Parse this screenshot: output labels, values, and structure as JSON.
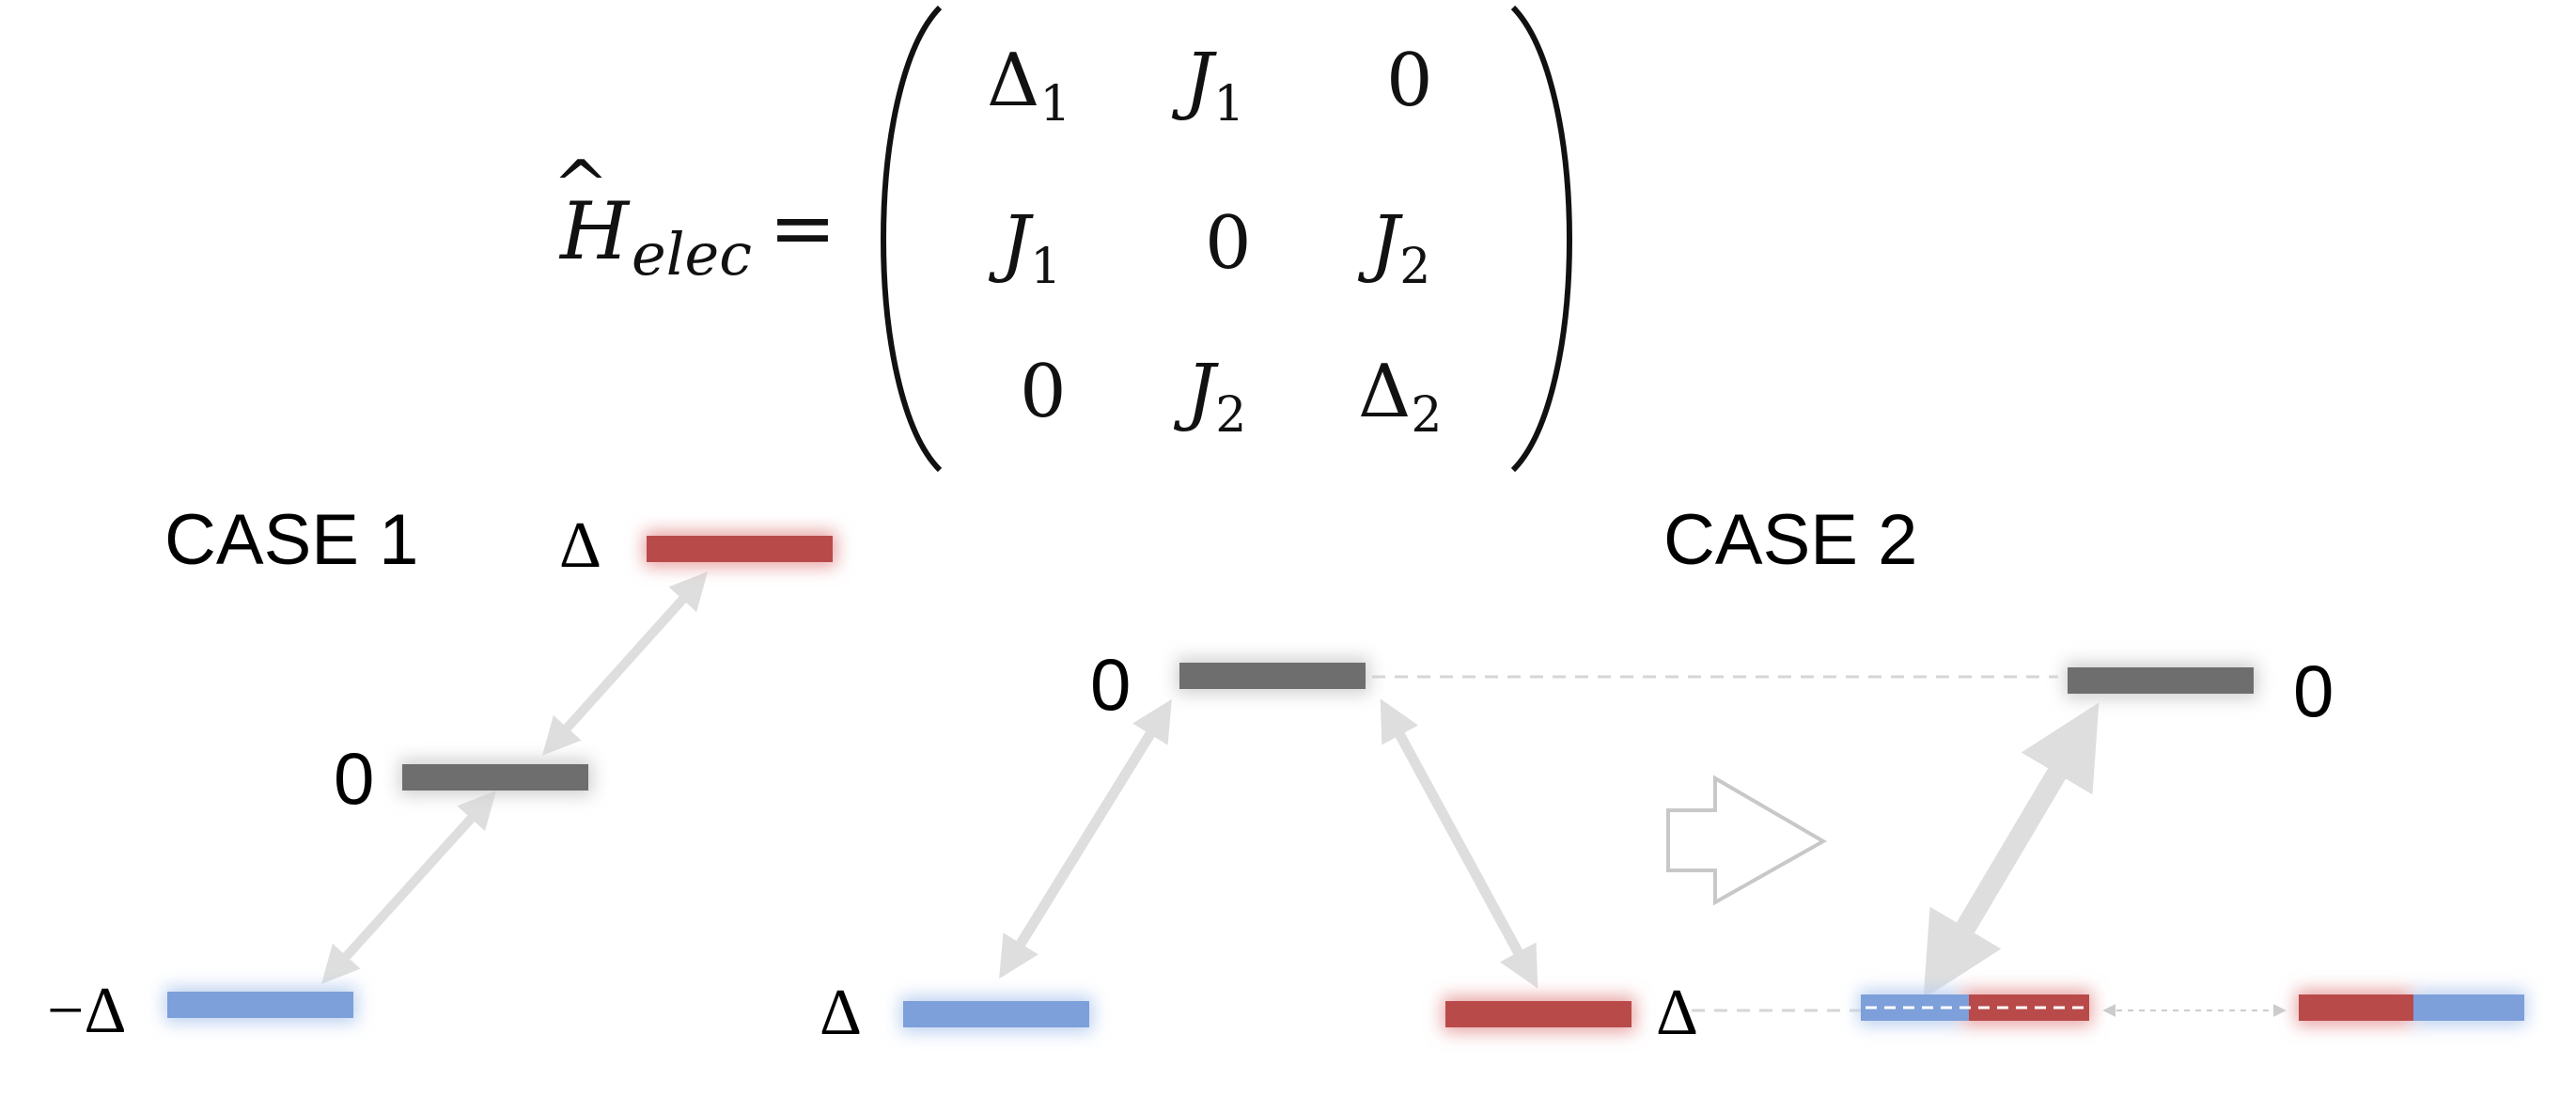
{
  "colors": {
    "red": "#b94a4a",
    "red_glow": "#e8a3a3",
    "gray": "#6e6e6e",
    "gray_glow": "#cfcfcf",
    "blue": "#7d9fda",
    "blue_glow": "#bcd0f0",
    "arrow": "#dedede",
    "dashed": "#d6d6d6"
  },
  "equation": {
    "lhs_symbol": "H",
    "lhs_hat": "^",
    "lhs_subscript": "elec",
    "equals": "=",
    "matrix": [
      [
        {
          "main": "Δ",
          "sub": "1"
        },
        {
          "main": "J",
          "sub": "1"
        },
        {
          "main": "0",
          "sub": ""
        }
      ],
      [
        {
          "main": "J",
          "sub": "1"
        },
        {
          "main": "0",
          "sub": ""
        },
        {
          "main": "J",
          "sub": "2"
        }
      ],
      [
        {
          "main": "0",
          "sub": ""
        },
        {
          "main": "J",
          "sub": "2"
        },
        {
          "main": "Δ",
          "sub": "2"
        }
      ]
    ]
  },
  "case1": {
    "title": "CASE 1",
    "top_label": "Δ",
    "middle_label": "0",
    "bottom_label": "−Δ"
  },
  "case2": {
    "title": "CASE 2",
    "left_middle_label": "0",
    "left_bottom_left_label": "Δ",
    "left_bottom_right_label": "Δ",
    "right_middle_label": "0",
    "transition_icon": "right-arrow-outline-icon"
  }
}
